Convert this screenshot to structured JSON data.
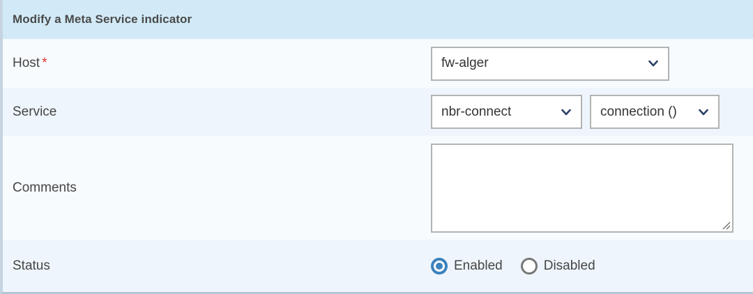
{
  "panel": {
    "header_title": "Modify a Meta Service indicator",
    "header_bg": "#d2eaf7",
    "accent_blue": "#3c82bd",
    "required_color": "#e03030",
    "chevron_color": "#2b4166"
  },
  "rows": {
    "host": {
      "label": "Host",
      "required_marker": "*",
      "select": {
        "value": "fw-alger",
        "icon": "chevron-down-icon"
      }
    },
    "service": {
      "label": "Service",
      "select_service": {
        "value": "nbr-connect",
        "icon": "chevron-down-icon"
      },
      "select_instance": {
        "value": "connection ()",
        "icon": "chevron-down-icon"
      }
    },
    "comments": {
      "label": "Comments",
      "textarea": {
        "value": "",
        "placeholder": ""
      }
    },
    "status": {
      "label": "Status",
      "options": [
        {
          "label": "Enabled",
          "selected": true
        },
        {
          "label": "Disabled",
          "selected": false
        }
      ]
    }
  }
}
